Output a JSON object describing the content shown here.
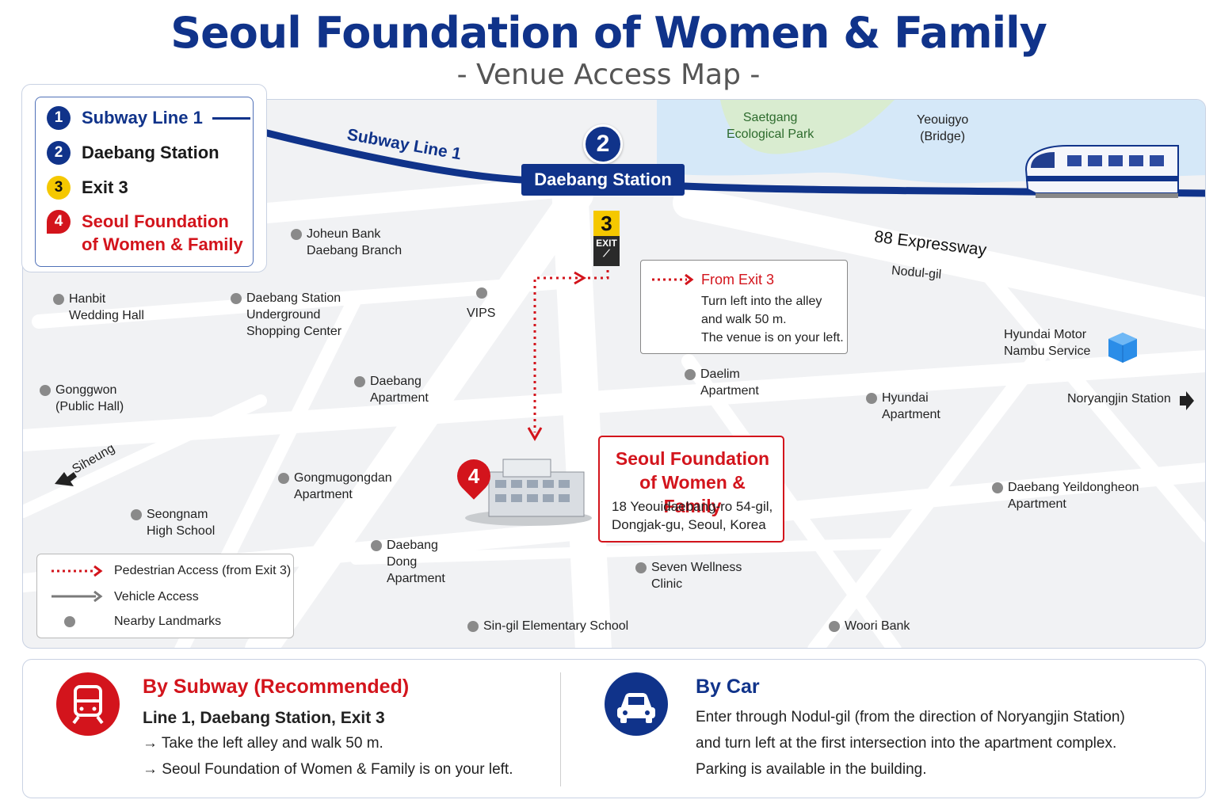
{
  "header": {
    "title": "Seoul Foundation of Women & Family",
    "subtitle": "- Venue Access Map -"
  },
  "legend_top": {
    "items": [
      {
        "num": "1",
        "label": "Subway Line 1",
        "color": "#10338a"
      },
      {
        "num": "2",
        "label": "Daebang Station",
        "color": "#10338a"
      },
      {
        "num": "3",
        "label": "Exit 3",
        "color": "#f5c800"
      },
      {
        "num": "4",
        "label": "Seoul Foundation\nof Women & Family",
        "color": "#d3141c"
      }
    ]
  },
  "map": {
    "subway_line_label": "Subway Line 1",
    "station": {
      "num": "2",
      "name": "Daebang Station"
    },
    "exit": {
      "num": "3",
      "word": "EXIT"
    },
    "expressway_label": "88 Expressway",
    "nodul_label": "Nodul-gil",
    "siheung_label": "Siheung",
    "noryangjin_label": "Noryangjin Station",
    "park_label": "Saetgang\nEcological Park",
    "bridge_label": "Yeouigyo\n(Bridge)",
    "vips_label": "VIPS",
    "hyundai_motor_label": "Hyundai Motor\nNambu Service",
    "landmarks": [
      {
        "id": "joheun",
        "label": "Joheun Bank\nDaebang Branch"
      },
      {
        "id": "hanbit",
        "label": "Hanbit\nWedding Hall"
      },
      {
        "id": "underground",
        "label": "Daebang Station\nUnderground\nShopping Center"
      },
      {
        "id": "gonggwon",
        "label": "Gonggwon\n(Public Hall)"
      },
      {
        "id": "daebang-apt",
        "label": "Daebang\nApartment"
      },
      {
        "id": "daelim",
        "label": "Daelim\nApartment"
      },
      {
        "id": "hyundai-apt",
        "label": "Hyundai\nApartment"
      },
      {
        "id": "gongmugongdan",
        "label": "Gongmugongdan\nApartment"
      },
      {
        "id": "seongnam",
        "label": "Seongnam\nHigh School"
      },
      {
        "id": "daebang-dong",
        "label": "Daebang\nDong\nApartment"
      },
      {
        "id": "seven",
        "label": "Seven Wellness\nClinic"
      },
      {
        "id": "yeildongheon",
        "label": "Daebang Yeildongheon\nApartment"
      },
      {
        "id": "singil",
        "label": "Sin-gil Elementary School"
      },
      {
        "id": "woori",
        "label": "Woori Bank"
      }
    ],
    "callout": {
      "head": "From Exit 3",
      "text": "Turn left into the alley\nand walk 50 m.\nThe venue is on your left."
    },
    "venue": {
      "num": "4",
      "name": "Seoul Foundation\nof Women & Family",
      "address": "18 Yeouidaebang-ro 54-gil,\nDongjak-gu, Seoul, Korea"
    },
    "legend_bottom": {
      "pedestrian": "Pedestrian Access (from Exit 3)",
      "vehicle": "Vehicle Access",
      "landmarks": "Nearby Landmarks"
    }
  },
  "info": {
    "subway": {
      "head": "By Subway (Recommended)",
      "sub": "Line 1, Daebang Station, Exit 3",
      "line1": "→ Take the left alley and walk 50 m.",
      "line2": "→ Seoul Foundation of Women & Family is on your left."
    },
    "car": {
      "head": "By Car",
      "line1": "Enter through Nodul-gil (from the direction of Noryangjin Station)",
      "line2": "and turn left at the first intersection into the apartment complex.",
      "line3": "Parking is available in the building."
    }
  },
  "colors": {
    "navy": "#10338a",
    "red": "#d3141c",
    "yellow": "#f5c800"
  }
}
